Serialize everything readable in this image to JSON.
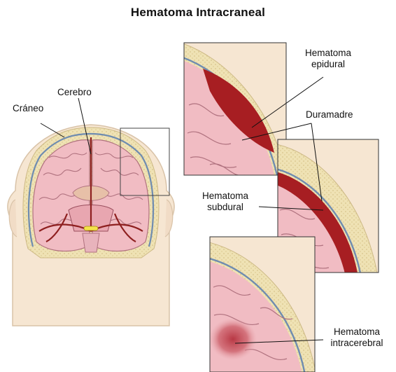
{
  "title": "Hematoma Intracraneal",
  "labels": {
    "craneo": "Cráneo",
    "cerebro": "Cerebro",
    "hematoma_epidural": [
      "Hematoma",
      "epidural"
    ],
    "duramadre": "Duramadre",
    "hematoma_subdural": [
      "Hematoma",
      "subdural"
    ],
    "hematoma_intracerebral": [
      "Hematoma",
      "intracerebral"
    ]
  },
  "colors": {
    "skin": "#f6e6d2",
    "skin_edge": "#d9c3a8",
    "bone": "#efe2b4",
    "bone_dot": "#d8c48a",
    "meninges": "#6f8cb0",
    "brain": "#f1bcc3",
    "gyrus_line": "#b0727f",
    "vessel": "#8e1f1f",
    "blood": "#a71e22",
    "clot": "#c24a55"
  }
}
